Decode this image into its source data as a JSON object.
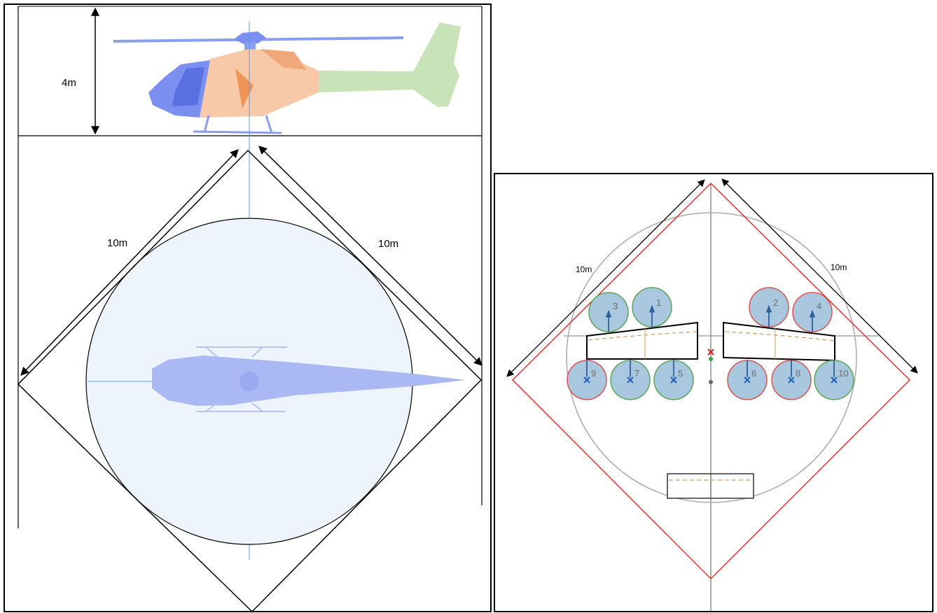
{
  "left_panel": {
    "height_label": "4m",
    "side_left_label": "10m",
    "side_right_label": "10m"
  },
  "right_panel": {
    "side_left_label": "10m",
    "side_right_label": "10m",
    "rotors": [
      {
        "label": "1",
        "ring": "green",
        "direction": "up"
      },
      {
        "label": "2",
        "ring": "red",
        "direction": "up"
      },
      {
        "label": "3",
        "ring": "green",
        "direction": "up"
      },
      {
        "label": "4",
        "ring": "red",
        "direction": "up"
      },
      {
        "label": "5",
        "ring": "green",
        "direction": "down"
      },
      {
        "label": "6",
        "ring": "red",
        "direction": "down"
      },
      {
        "label": "7",
        "ring": "green",
        "direction": "down"
      },
      {
        "label": "8",
        "ring": "red",
        "direction": "down"
      },
      {
        "label": "9",
        "ring": "red",
        "direction": "down"
      },
      {
        "label": "10",
        "ring": "green",
        "direction": "down"
      }
    ]
  },
  "colors": {
    "frame": "#000000",
    "envelope_red": "#e8302c",
    "circle_fill": "#eef4fb",
    "rotor_fill": "#a9c8df",
    "rotor_green": "#5aa55a",
    "rotor_red": "#d9534f",
    "helicopter_blue": "#7a8ff0",
    "helicopter_orange": "#f8c9a8",
    "helicopter_tail": "#c8e3b8"
  }
}
